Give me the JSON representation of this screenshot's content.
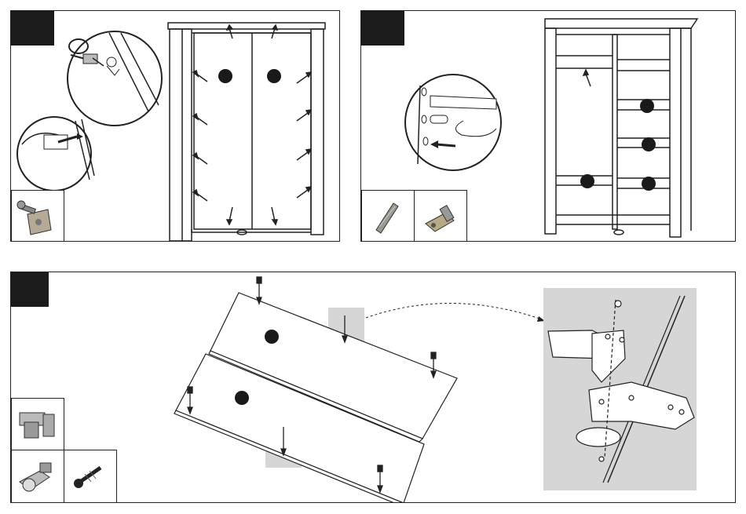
{
  "document": {
    "type": "assembly-instructions",
    "steps": [
      {
        "id": "step-a",
        "description_hidden": true
      },
      {
        "id": "step-b",
        "description_hidden": true
      },
      {
        "id": "step-c",
        "description_hidden": true
      }
    ]
  },
  "colors": {
    "tab": "#1b1b1b",
    "line": "#222222",
    "detail_bg": "#d6d6d6",
    "dot": "#1a1a1a"
  },
  "icons": {
    "step1_parts": [
      "cam-lock-fitting-icon"
    ],
    "step2_parts": [
      "dowel-pin-icon",
      "shelf-support-icon"
    ],
    "step3_parts": [
      "hinge-plate-icon",
      "hinge-icon",
      "screw-icon"
    ]
  }
}
